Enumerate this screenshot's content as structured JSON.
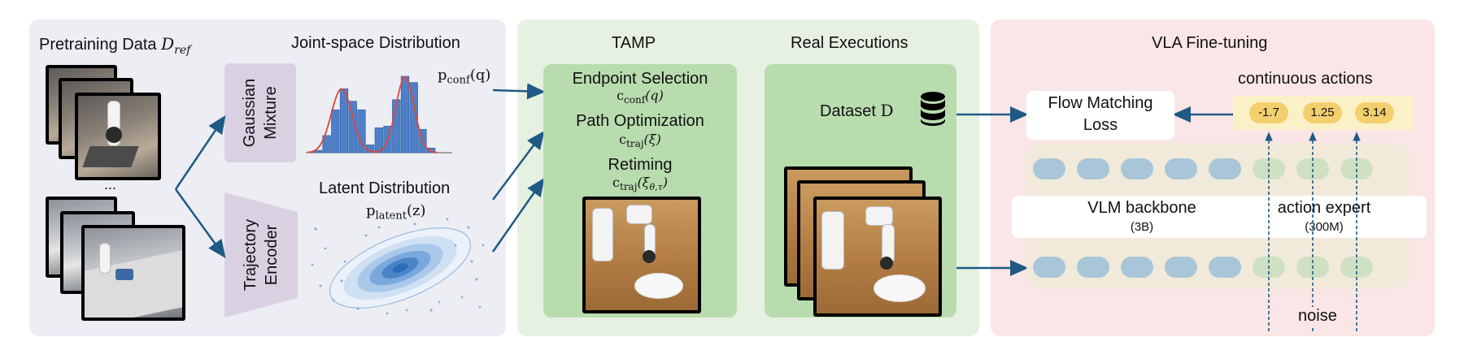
{
  "colors": {
    "panel_left": "#eceef4",
    "panel_middle": "#e6f1e1",
    "panel_right": "#fae6e6",
    "inner_green": "#b9dcaf",
    "block_purple": "#d9d1e2",
    "arrow_blue": "#1f5a85",
    "hist_blue": "#4f7fc6",
    "curve_red": "#e0453c",
    "ellipse_blue": "#2d6cb5",
    "vlm_node": "#a8c6d8",
    "expert_node": "#cfe0c3",
    "action_pill": "#f3cf6e"
  },
  "left": {
    "pretraining_label": "Pretraining Data",
    "pretraining_symbol_base": "D",
    "pretraining_symbol_sub": "ref",
    "ellipsis": "...",
    "gaussian_block": "Gaussian Mixture",
    "gaussian_line1": "Gaussian",
    "gaussian_line2": "Mixture",
    "encoder_line1": "Trajectory",
    "encoder_line2": "Encoder",
    "joint_title": "Joint-space Distribution",
    "joint_formula_base": "p",
    "joint_formula_sub": "conf",
    "joint_formula_arg": "(q)",
    "latent_title": "Latent Distribution",
    "latent_formula_base": "p",
    "latent_formula_sub": "latent",
    "latent_formula_arg": "(z)"
  },
  "chart_data": {
    "type": "bar",
    "categories": [
      "b1",
      "b2",
      "b3",
      "b4",
      "b5",
      "b6",
      "b7",
      "b8",
      "b9",
      "b10",
      "b11",
      "b12",
      "b13",
      "b14"
    ],
    "values": [
      0.03,
      0.22,
      0.55,
      0.82,
      0.66,
      0.55,
      0.1,
      0.32,
      0.34,
      0.68,
      0.98,
      0.9,
      0.3,
      0.06
    ],
    "title": "",
    "xlabel": "",
    "ylabel": "",
    "ylim": [
      0,
      1
    ]
  },
  "middle": {
    "title": "TAMP",
    "endpoint": "Endpoint Selection",
    "endpoint_formula_base": "c",
    "endpoint_formula_sub": "conf",
    "endpoint_formula_arg": "(q)",
    "path": "Path Optimization",
    "path_formula_base": "c",
    "path_formula_sub": "traj",
    "path_formula_arg": "(ξ)",
    "retiming": "Retiming",
    "retiming_formula_base": "c",
    "retiming_formula_sub": "traj",
    "retiming_formula_arg_open": "(ξ",
    "retiming_formula_arg_sub": "θ,τ",
    "retiming_formula_arg_close": ")",
    "real_title": "Real Executions",
    "dataset_label": "Dataset",
    "dataset_symbol": "D",
    "database_icon": "database-icon"
  },
  "right": {
    "title": "VLA Fine-tuning",
    "continuous_actions": "continuous actions",
    "actions": [
      "-1.7",
      "1.25",
      "3.14"
    ],
    "flow_line1": "Flow Matching",
    "flow_line2": "Loss",
    "vlm_label": "VLM backbone",
    "vlm_size": "(3B)",
    "expert_label": "action expert",
    "expert_size": "(300M)",
    "noise": "noise"
  }
}
